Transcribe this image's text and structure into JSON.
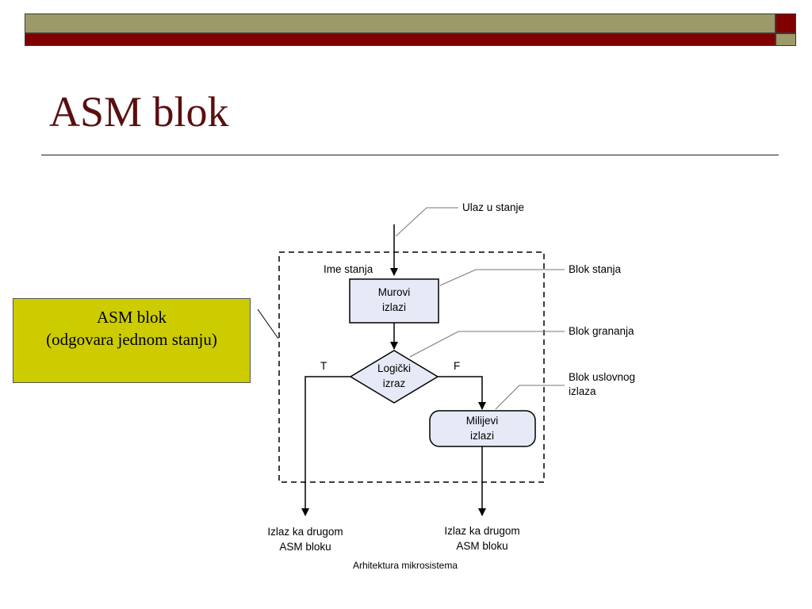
{
  "slide": {
    "title": "ASM blok",
    "footer": "Arhitektura mikrosistema"
  },
  "callout": {
    "line1": "ASM blok",
    "line2": "(odgovara jednom stanju)"
  },
  "diagram": {
    "entry_label": "Ulaz u stanje",
    "state_name_label": "Ime stanja",
    "state_box": [
      "Murovi",
      "izlazi"
    ],
    "decision": [
      "Logički",
      "izraz"
    ],
    "branch_true": "T",
    "branch_false": "F",
    "conditional_box": [
      "Milijevi",
      "izlazi"
    ],
    "exit_left": [
      "Izlaz ka drugom",
      "ASM bloku"
    ],
    "exit_right": [
      "Izlaz ka drugom",
      "ASM bloku"
    ],
    "annotations": {
      "state_block": "Blok stanja",
      "branch_block": "Blok grananja",
      "conditional_output_block": [
        "Blok uslovnog",
        "izlaza"
      ]
    }
  },
  "colors": {
    "title": "#5a0f0f",
    "bar_olive": "#9d9a6a",
    "bar_red": "#800000",
    "callout_fill": "#cccc00",
    "shape_fill": "#e6eaf7"
  }
}
